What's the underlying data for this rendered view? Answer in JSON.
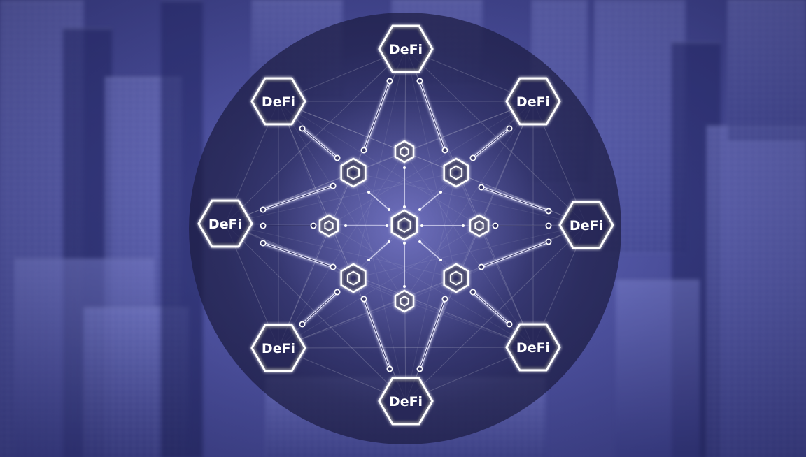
{
  "nodes": {
    "top": "DeFi",
    "top_left": "DeFi",
    "top_right": "DeFi",
    "left": "DeFi",
    "right": "DeFi",
    "bottom_left": "DeFi",
    "bottom_right": "DeFi",
    "bottom": "DeFi"
  },
  "colors": {
    "background": "#4a4f9a",
    "disc": "#1e1e46",
    "hexagon_stroke": "#ffffff",
    "hexagon_fill": "#2a2a55",
    "connector": "#e8e8ff"
  }
}
